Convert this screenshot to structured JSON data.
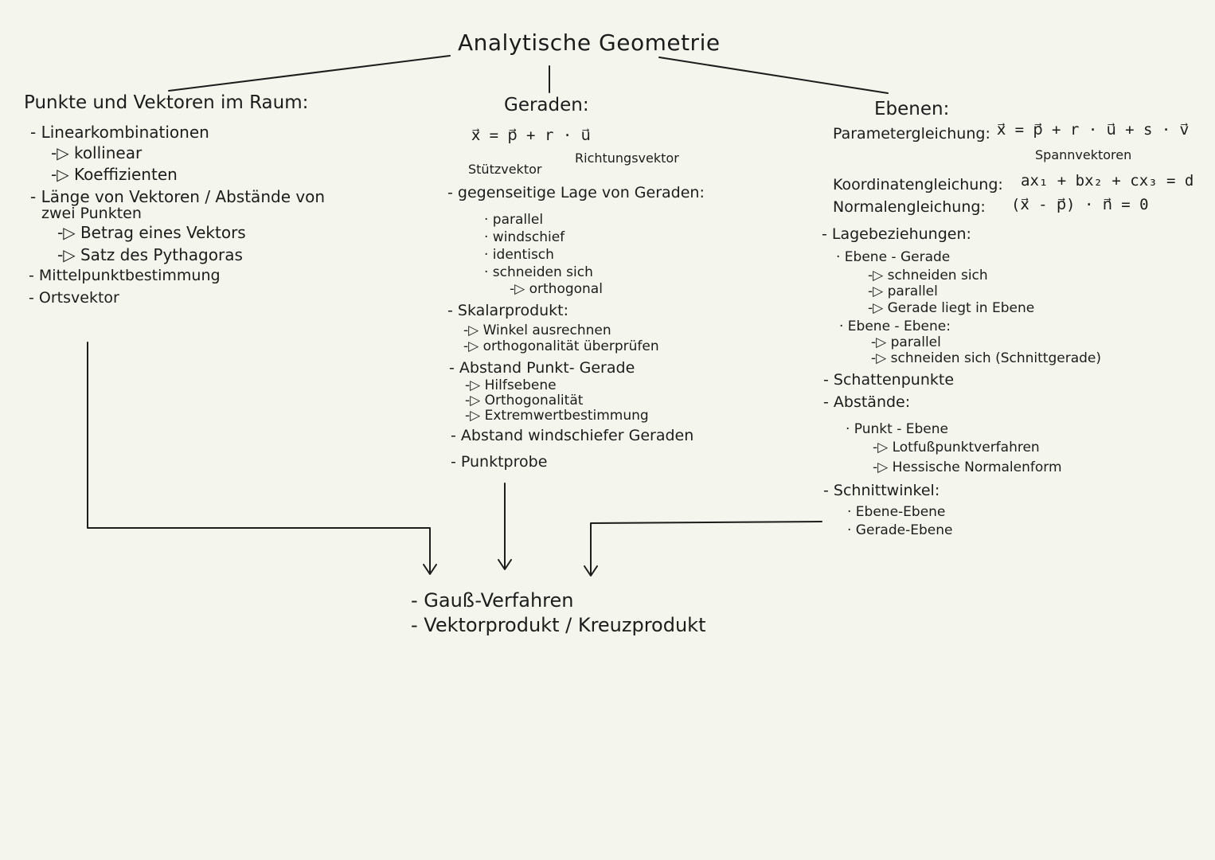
{
  "title": "Analytische Geometrie",
  "left": {
    "heading": "Punkte und Vektoren im Raum:",
    "items": [
      "- Linearkombinationen",
      "-▷ kollinear",
      "-▷ Koeffizienten",
      "- Länge von Vektoren / Abstände von",
      "zwei Punkten",
      "-▷ Betrag eines Vektors",
      "-▷ Satz des Pythagoras",
      "- Mittelpunktbestimmung",
      "- Ortsvektor"
    ]
  },
  "middle": {
    "heading": "Geraden:",
    "formula": "x⃗ = p⃗ + r · u⃗",
    "label_stuetz": "Stützvektor",
    "label_richtung": "Richtungsvektor",
    "items": [
      "- gegenseitige Lage von Geraden:",
      "· parallel",
      "· windschief",
      "· identisch",
      "· schneiden sich",
      "-▷ orthogonal",
      "- Skalarprodukt:",
      "-▷ Winkel ausrechnen",
      "-▷ orthogonalität überprüfen",
      "- Abstand Punkt- Gerade",
      "-▷ Hilfsebene",
      "-▷ Orthogonalität",
      "-▷ Extremwertbestimmung",
      "- Abstand windschiefer Geraden",
      "- Punktprobe"
    ]
  },
  "right": {
    "heading": "Ebenen:",
    "param_label": "Parametergleichung:",
    "param_formula": "x⃗ = p⃗ + r · u⃗ + s · v⃗",
    "param_note": "Spannvektoren",
    "koord_label": "Koordinatengleichung:",
    "koord_formula": "ax₁ + bx₂ + cx₃ = d",
    "normal_label": "Normalengleichung:",
    "normal_formula": "(x⃗ - p⃗) · n⃗ = 0",
    "items": [
      "- Lagebeziehungen:",
      "· Ebene - Gerade",
      "-▷ schneiden sich",
      "-▷ parallel",
      "-▷ Gerade liegt in Ebene",
      "· Ebene - Ebene:",
      "-▷ parallel",
      "-▷ schneiden sich (Schnittgerade)",
      "- Schattenpunkte",
      "- Abstände:",
      "· Punkt - Ebene",
      "-▷ Lotfußpunktverfahren",
      "-▷ Hessische Normalenform",
      "- Schnittwinkel:",
      "· Ebene-Ebene",
      "· Gerade-Ebene"
    ]
  },
  "bottom": {
    "items": [
      "- Gauß-Verfahren",
      "- Vektorprodukt / Kreuzprodukt"
    ]
  }
}
